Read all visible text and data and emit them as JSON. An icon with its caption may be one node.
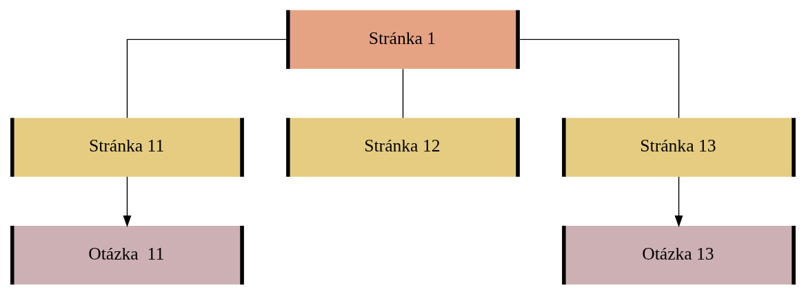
{
  "diagram": {
    "nodes": [
      {
        "text": [
          "Stránka 1"
        ]
      },
      {
        "text": [
          "Stránka 11"
        ]
      },
      {
        "text": [
          "Stránka 12"
        ]
      },
      {
        "text": [
          "Stránka 13"
        ]
      },
      {
        "text": [
          "Otázka  11"
        ]
      },
      {
        "text": [
          "Otázka 13"
        ]
      }
    ],
    "edges": [
      {
        "from": 0,
        "to": 1,
        "arrow": "none"
      },
      {
        "from": 0,
        "to": 2,
        "arrow": "none"
      },
      {
        "from": 0,
        "to": 3,
        "arrow": "none"
      },
      {
        "from": 1,
        "to": 4,
        "arrow": "to"
      },
      {
        "from": 3,
        "to": 5,
        "arrow": "to"
      }
    ]
  }
}
